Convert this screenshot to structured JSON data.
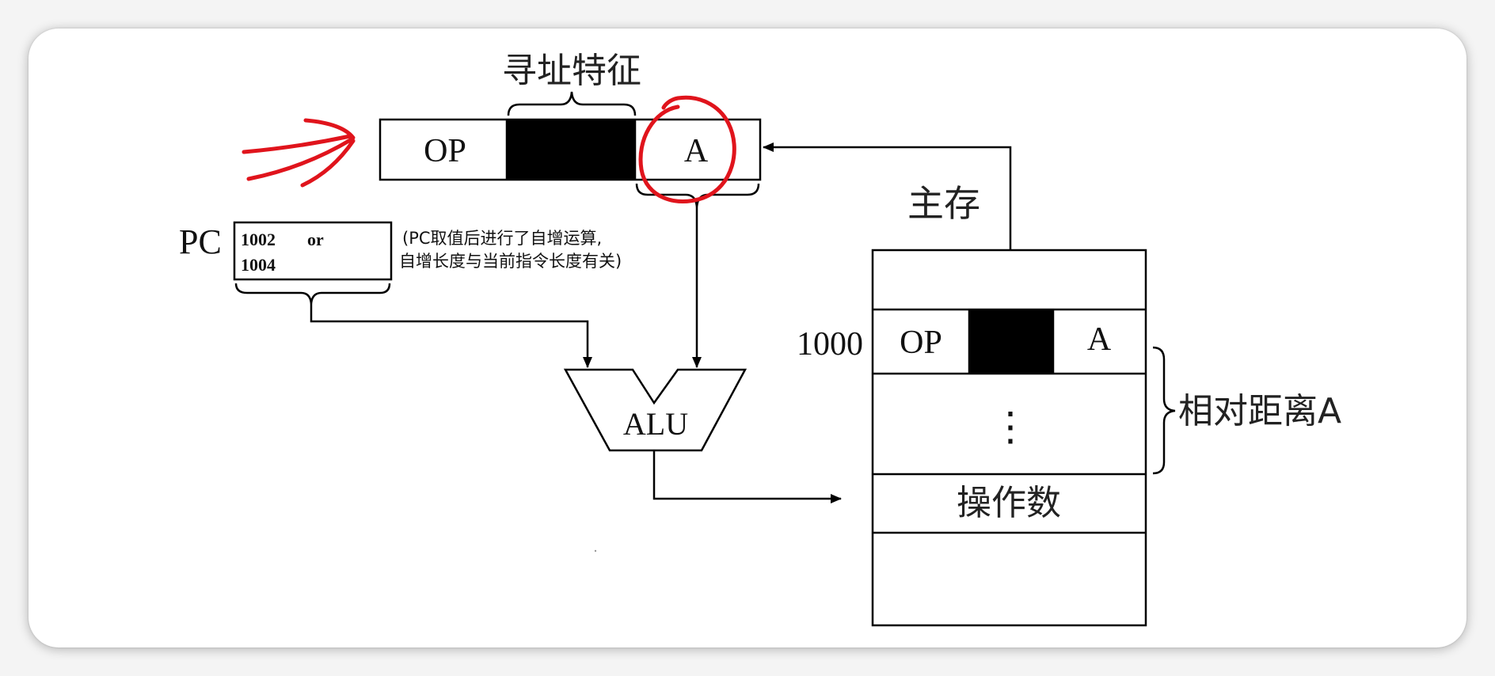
{
  "instruction": {
    "feature_label": "寻址特征",
    "op": "OP",
    "a": "A"
  },
  "pc": {
    "label": "PC",
    "line1_value": "1002",
    "line1_or": "or",
    "line2_value": "1004"
  },
  "note": {
    "line1": "(PC取值后进行了自增运算,",
    "line2": "自增长度与当前指令长度有关)"
  },
  "alu": {
    "label": "ALU"
  },
  "memory": {
    "title": "主存",
    "address": "1000",
    "op": "OP",
    "a": "A",
    "dots": "⋮",
    "operand": "操作数",
    "relative_distance": "相对距离A"
  },
  "colors": {
    "annotation_red": "#e0141c",
    "line": "#000000",
    "filled_block": "#000000"
  }
}
